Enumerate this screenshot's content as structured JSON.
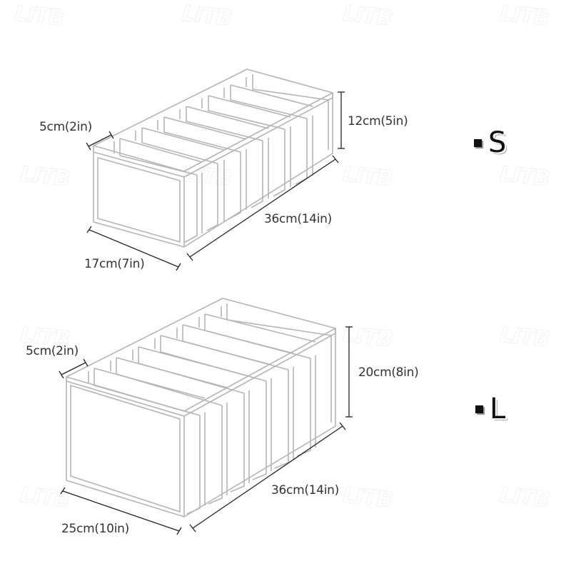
{
  "watermark": {
    "text": "LITB",
    "color": "#f2f2f2"
  },
  "diagrams": [
    {
      "size": "S",
      "compartments": 7,
      "dimensions": {
        "divider_width": "5cm(2in)",
        "height": "12cm(5in)",
        "length": "36cm(14in)",
        "width": "17cm(7in)"
      }
    },
    {
      "size": "L",
      "compartments": 7,
      "dimensions": {
        "divider_width": "5cm(2in)",
        "height": "20cm(8in)",
        "length": "36cm(14in)",
        "width": "25cm(10in)"
      }
    }
  ],
  "colors": {
    "outline": "#b5b5b5",
    "dimension_line": "#222222",
    "text": "#333333",
    "background": "#ffffff"
  }
}
